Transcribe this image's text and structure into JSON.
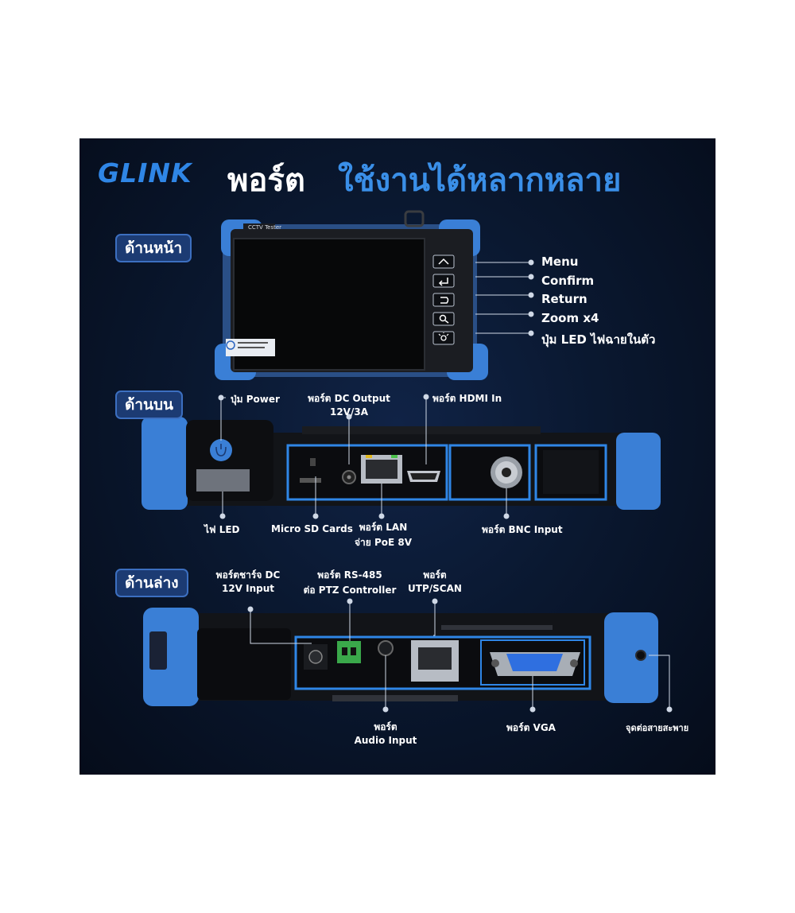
{
  "brand": "GLINK",
  "headline": {
    "part1": "พอร์ต",
    "part2": "ใช้งานได้หลากหลาย"
  },
  "sections": {
    "front": "ด้านหน้า",
    "top": "ด้านบน",
    "bottom": "ด้านล่าง"
  },
  "device_screen_label": "CCTV Tester",
  "front_buttons": [
    {
      "label": "Menu",
      "icon": "home-icon"
    },
    {
      "label": "Confirm",
      "icon": "enter-icon"
    },
    {
      "label": "Return",
      "icon": "return-icon"
    },
    {
      "label": "Zoom x4",
      "icon": "zoom-icon"
    },
    {
      "label": "ปุ่ม LED ไฟฉายในตัว",
      "icon": "bulb-icon"
    }
  ],
  "top_labels": {
    "power": "ปุ่ม Power",
    "dc_output_l1": "พอร์ต DC Output",
    "dc_output_l2": "12V/3A",
    "hdmi": "พอร์ต HDMI In",
    "led": "ไฟ LED",
    "sd": "Micro SD Cards",
    "lan_l1": "พอร์ต LAN",
    "lan_l2": "จ่าย PoE 8V",
    "bnc": "พอร์ต BNC Input"
  },
  "bottom_labels": {
    "dc_in_l1": "พอร์ตชาร์จ DC",
    "dc_in_l2": "12V Input",
    "rs485_l1": "พอร์ต RS-485",
    "rs485_l2": "ต่อ PTZ Controller",
    "utp_l1": "พอร์ต",
    "utp_l2": "UTP/SCAN",
    "audio_l1": "พอร์ต",
    "audio_l2": "Audio Input",
    "vga": "พอร์ต VGA",
    "strap": "จุดต่อสายสะพาย"
  },
  "colors": {
    "accent": "#2f86e6",
    "rubber": "#3a7fd6",
    "body": "#121418",
    "bg": "#0a1830"
  }
}
